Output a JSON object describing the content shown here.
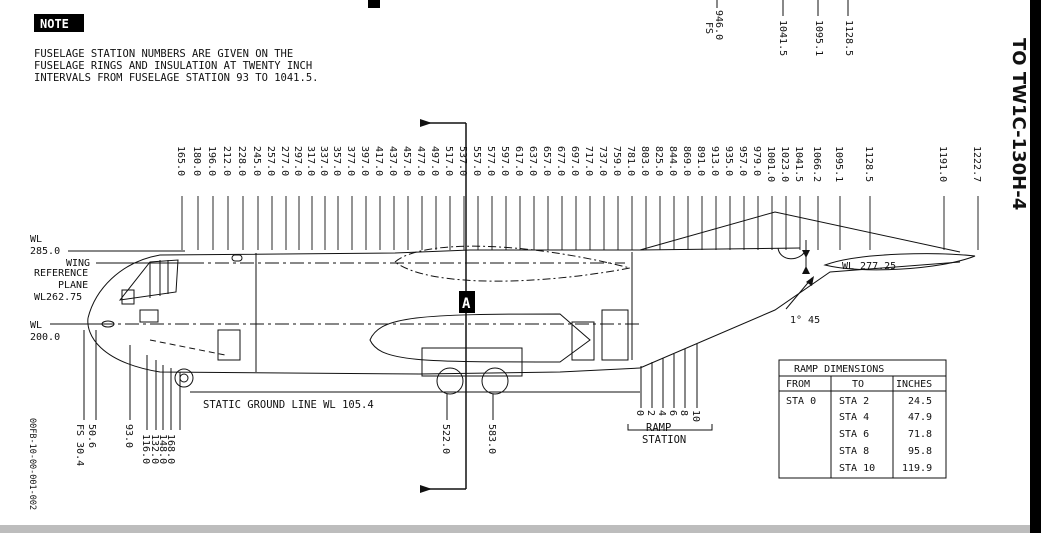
{
  "note": {
    "label": "NOTE",
    "lines": [
      "FUSELAGE STATION NUMBERS ARE GIVEN ON THE",
      "FUSELAGE RINGS AND INSULATION AT TWENTY INCH",
      "INTERVALS FROM FUSELAGE STATION 93 TO 1041.5."
    ]
  },
  "side_title": "TO TW1C-130H-4",
  "top_stations": [
    {
      "label": "FS",
      "value": "946.0"
    },
    {
      "value": "1041.5"
    },
    {
      "value": "1095.1"
    },
    {
      "value": "1128.5"
    }
  ],
  "stations": [
    "165.0",
    "180.0",
    "196.0",
    "212.0",
    "228.0",
    "245.0",
    "257.0",
    "277.0",
    "297.0",
    "317.0",
    "337.0",
    "357.0",
    "377.0",
    "397.0",
    "417.0",
    "437.0",
    "457.0",
    "477.0",
    "497.0",
    "517.0",
    "537.0",
    "557.0",
    "577.0",
    "597.0",
    "617.0",
    "637.0",
    "657.0",
    "677.0",
    "697.0",
    "717.0",
    "737.0",
    "759.0",
    "781.0",
    "803.0",
    "825.0",
    "844.0",
    "869.0",
    "891.0",
    "913.0",
    "935.0",
    "957.0",
    "979.0",
    "1001.0",
    "1023.0",
    "1041.5",
    "1066.2",
    "1095.1",
    "1128.5",
    "1191.0",
    "1222.7"
  ],
  "wl": {
    "wl285": {
      "prefix": "WL",
      "value": "285.0"
    },
    "wing_ref": [
      "WING",
      "REFERENCE",
      "PLANE",
      "WL262.75"
    ],
    "wl200": {
      "prefix": "WL",
      "value": "200.0"
    },
    "wl277": "WL 277.25",
    "angle": "1° 45"
  },
  "section_label": "A",
  "ground_line": "STATIC GROUND LINE WL 105.4",
  "bottom_stations": [
    "50.6",
    "FS 30.4",
    "93.0",
    "116.0",
    "132.0",
    "148.0",
    "168.0",
    "522.0",
    "583.0"
  ],
  "ramp_numbers": [
    "0",
    "2",
    "4",
    "6",
    "8",
    "10"
  ],
  "ramp_station": [
    "RAMP",
    "STATION"
  ],
  "table": {
    "title": "RAMP DIMENSIONS",
    "headers": [
      "FROM",
      "TO",
      "INCHES"
    ],
    "rows": [
      {
        "from": "STA 0",
        "to": "STA 2",
        "inches": "24.5"
      },
      {
        "from": "",
        "to": "STA 4",
        "inches": "47.9"
      },
      {
        "from": "",
        "to": "STA 6",
        "inches": "71.8"
      },
      {
        "from": "",
        "to": "STA 8",
        "inches": "95.8"
      },
      {
        "from": "",
        "to": "STA 10",
        "inches": "119.9"
      }
    ]
  },
  "figure_id": "00FB-10-00-001-002"
}
